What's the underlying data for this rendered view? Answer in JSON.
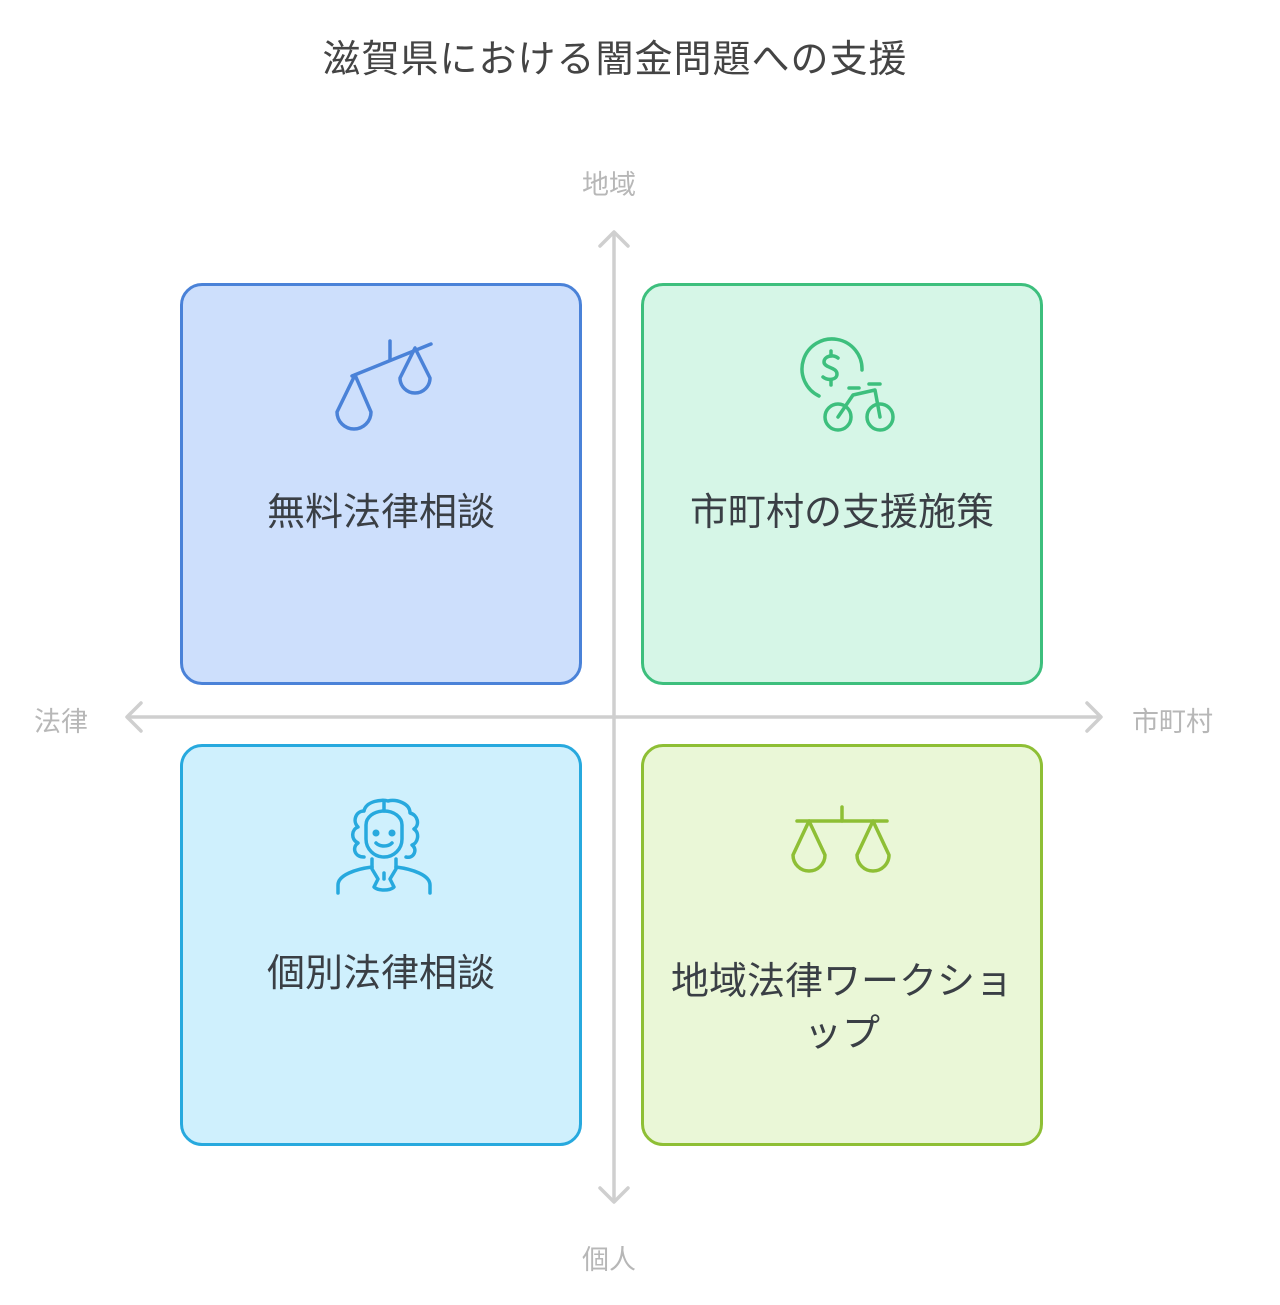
{
  "title": "滋賀県における闇金問題への支援",
  "axes": {
    "top": "地域",
    "bottom": "個人",
    "left": "法律",
    "right": "市町村",
    "color": "#c8c8c8"
  },
  "quadrants": [
    {
      "position": "top-left",
      "label": "無料法律相談",
      "icon": "scales-tilted-icon",
      "border": "#4a82d8",
      "fill": "#cddffc"
    },
    {
      "position": "top-right",
      "label": "市町村の支援施策",
      "icon": "money-bicycle-icon",
      "border": "#3dbf7d",
      "fill": "#d6f6e7"
    },
    {
      "position": "bottom-left",
      "label": "個別法律相談",
      "icon": "judge-icon",
      "border": "#27a9de",
      "fill": "#cff0fd"
    },
    {
      "position": "bottom-right",
      "label": "地域法律ワークショップ",
      "icon": "scales-balanced-icon",
      "border": "#8ebf35",
      "fill": "#eaf7d7"
    }
  ]
}
